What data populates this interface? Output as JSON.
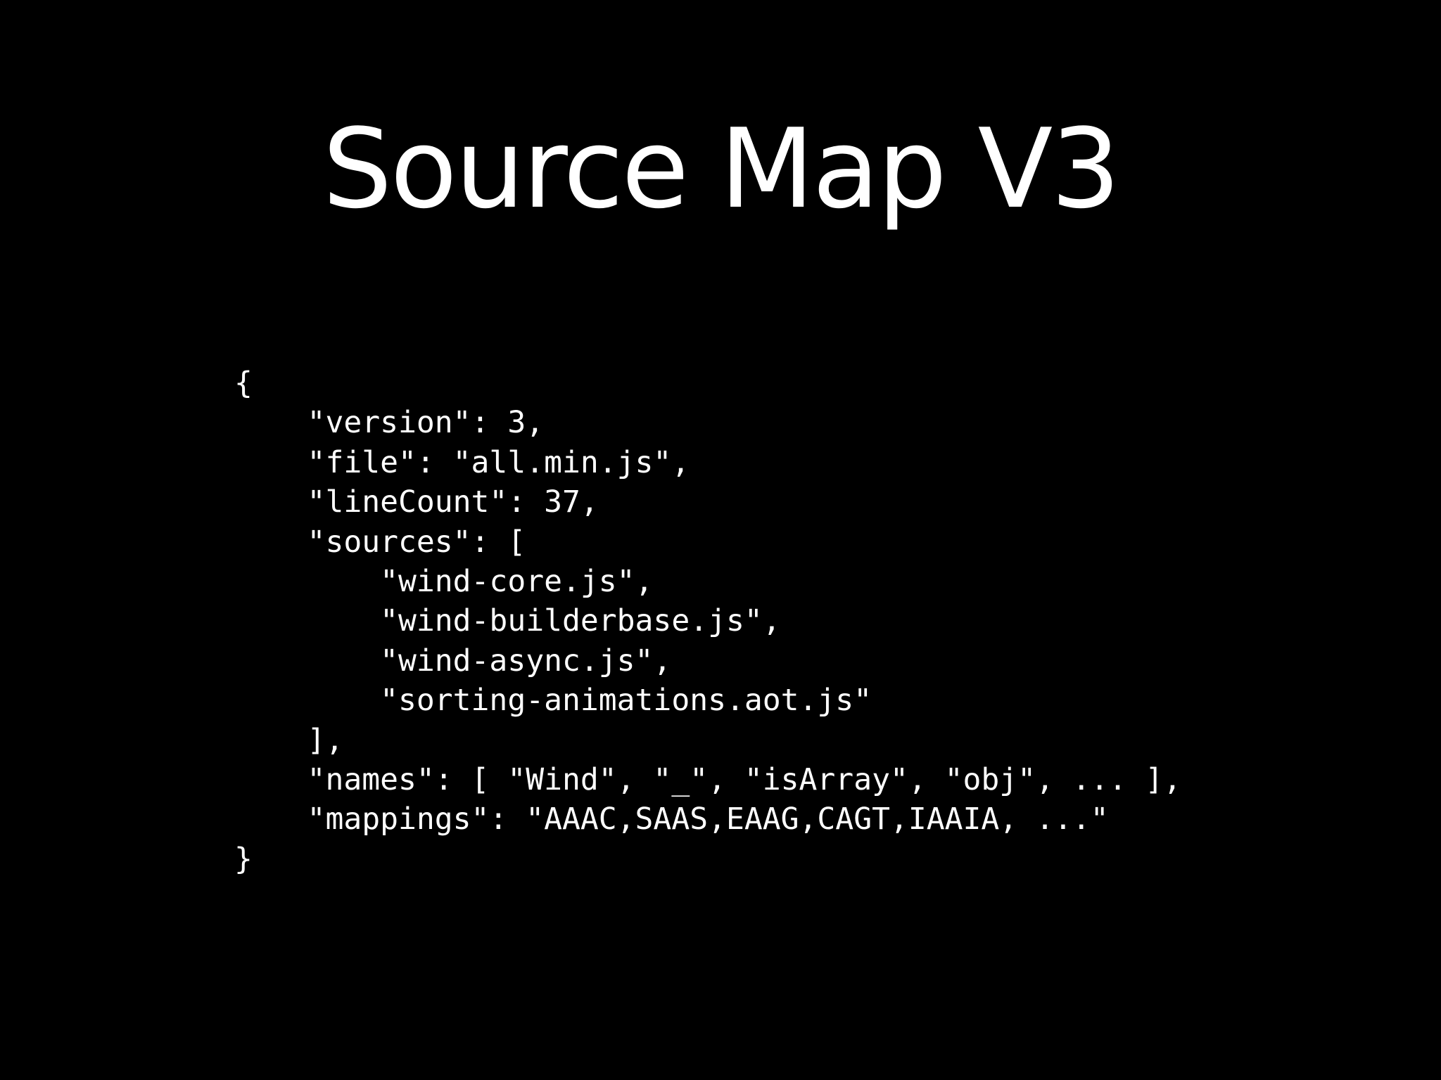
{
  "slide": {
    "title": "Source Map V3",
    "code_lines": [
      "{",
      "    \"version\": 3,",
      "    \"file\": \"all.min.js\",",
      "    \"lineCount\": 37,",
      "    \"sources\": [",
      "        \"wind-core.js\",",
      "        \"wind-builderbase.js\",",
      "        \"wind-async.js\",",
      "        \"sorting-animations.aot.js\"",
      "    ],",
      "    \"names\": [ \"Wind\", \"_\", \"isArray\", \"obj\", ... ],",
      "    \"mappings\": \"AAAC,SAAS,EAAG,CAGT,IAAIA, ...\"",
      "}"
    ]
  },
  "colors": {
    "background": "#000000",
    "text": "#ffffff"
  }
}
